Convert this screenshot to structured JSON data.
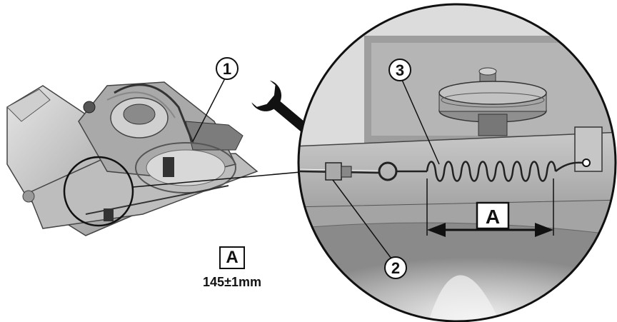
{
  "callouts": {
    "c1": "1",
    "c2": "2",
    "c3": "3"
  },
  "dimension": {
    "letter": "A",
    "value": "145±1mm"
  }
}
